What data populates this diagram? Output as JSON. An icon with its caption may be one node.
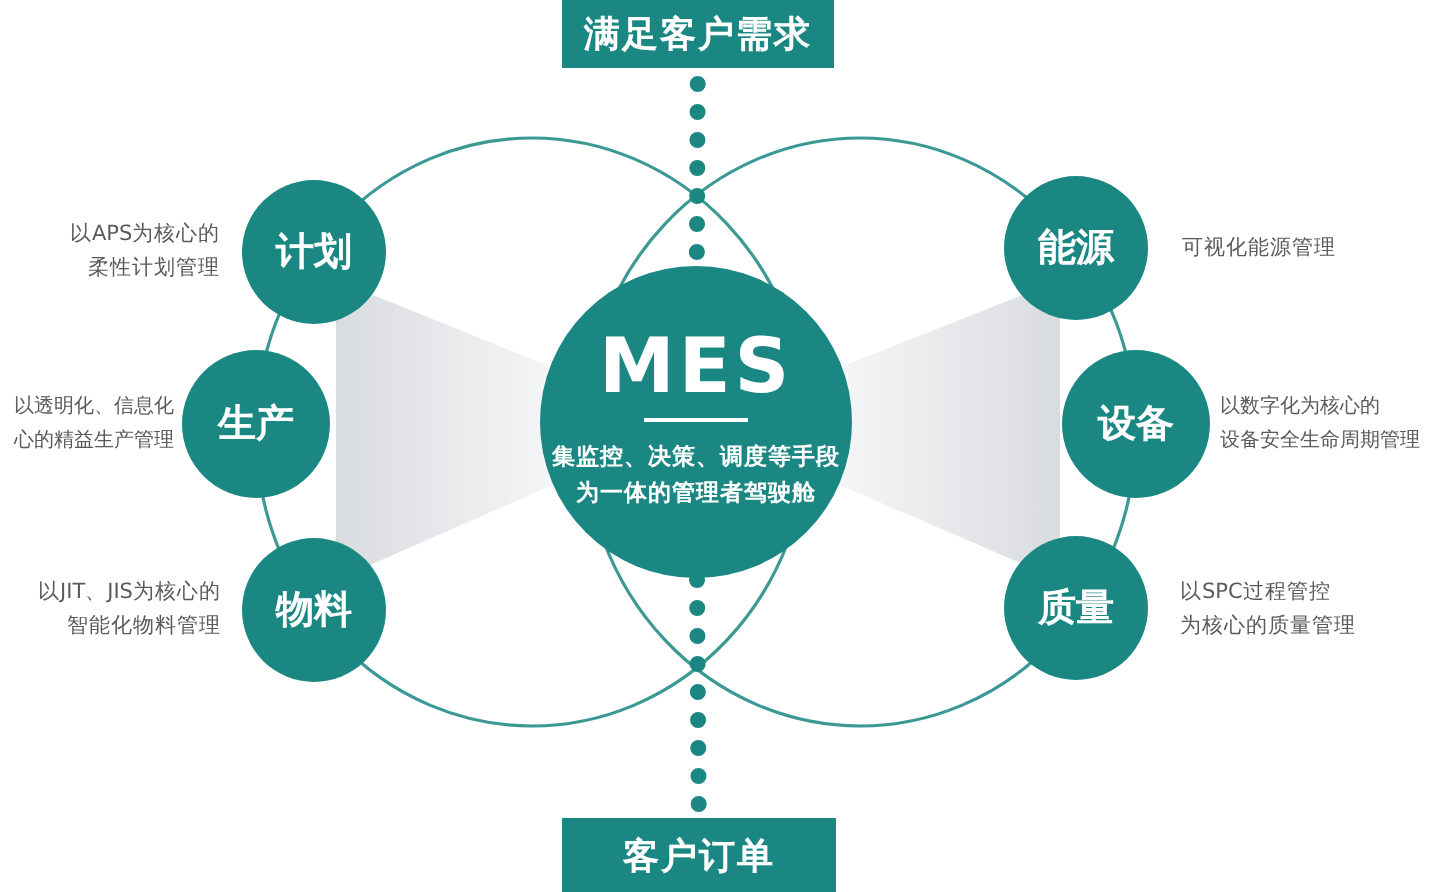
{
  "diagram": {
    "nodes": [
      {
        "text": [
          "满足客户需求"
        ]
      },
      {
        "text": [
          "计划"
        ],
        "beside": [
          "以APS为核心的柔性计划管理"
        ]
      },
      {
        "text": [
          "生产"
        ],
        "beside": [
          "以透明化、信息化心的精益生产管理"
        ]
      },
      {
        "text": [
          "物料"
        ],
        "beside": [
          "以JIT、JIS为核心的智能化物料管理"
        ]
      },
      {
        "text": [
          "MES",
          "集监控、决策、调度等手段为一体的管理者驾驶舱"
        ]
      },
      {
        "text": [
          "能源"
        ],
        "beside": [
          "可视化能源管理"
        ]
      },
      {
        "text": [
          "设备"
        ],
        "beside": [
          "以数字化为核心的设备安全生命周期管理"
        ]
      },
      {
        "text": [
          "质量"
        ],
        "beside": [
          "以SPC过程管控为核心的质量管理"
        ]
      },
      {
        "text": [
          "客户订单"
        ]
      }
    ],
    "edges": [
      {
        "from": 8,
        "to": 4,
        "arrow": "none",
        "style": "dashed"
      },
      {
        "from": 4,
        "to": 0,
        "arrow": "none",
        "style": "dashed"
      }
    ]
  }
}
